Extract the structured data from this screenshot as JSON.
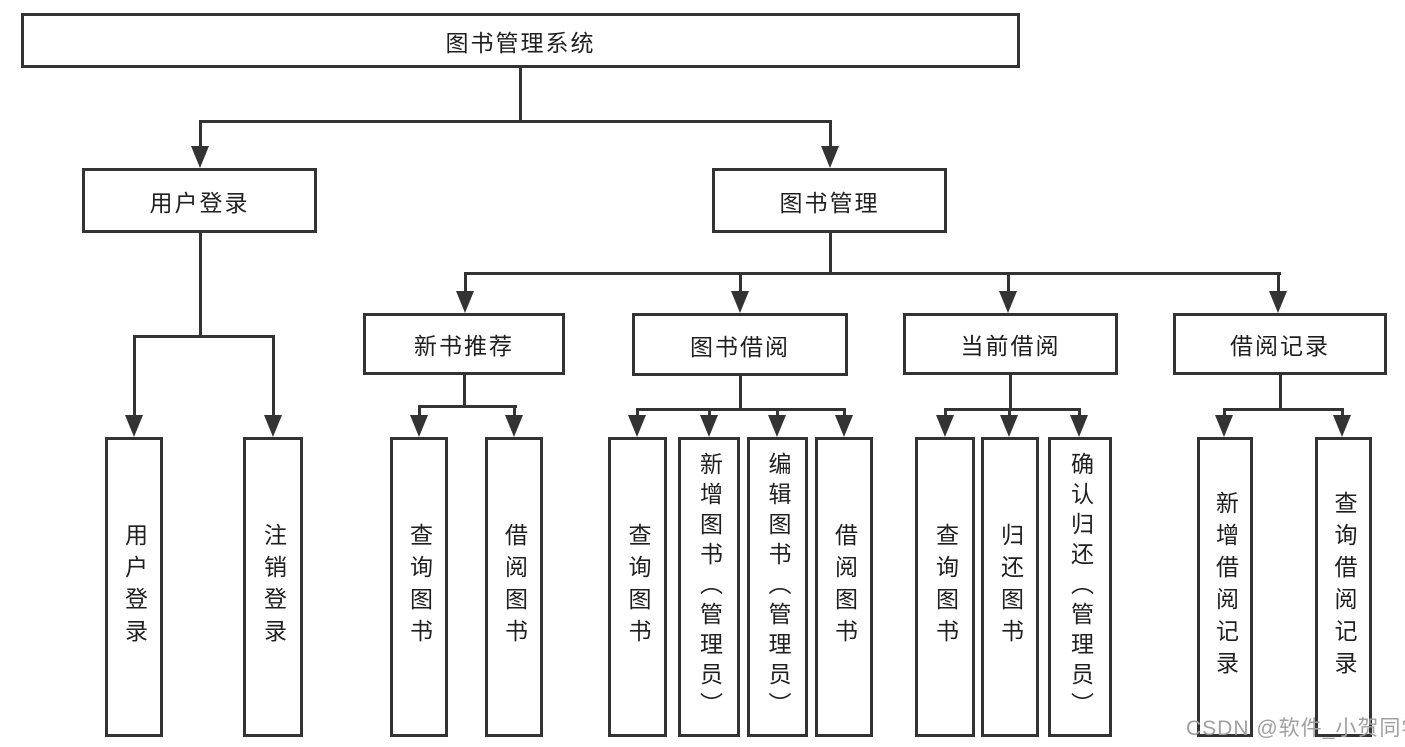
{
  "diagram_type": "hierarchy-tree",
  "tree": {
    "label": "图书管理系统",
    "children": [
      {
        "label": "用户登录",
        "children": [
          {
            "label": "用户登录"
          },
          {
            "label": "注销登录"
          }
        ]
      },
      {
        "label": "图书管理",
        "children": [
          {
            "label": "新书推荐",
            "children": [
              {
                "label": "查询图书"
              },
              {
                "label": "借阅图书"
              }
            ]
          },
          {
            "label": "图书借阅",
            "children": [
              {
                "label": "查询图书"
              },
              {
                "label": "新增图书（管理员）"
              },
              {
                "label": "编辑图书（管理员）"
              },
              {
                "label": "借阅图书"
              }
            ]
          },
          {
            "label": "当前借阅",
            "children": [
              {
                "label": "查询图书"
              },
              {
                "label": "归还图书"
              },
              {
                "label": "确认归还（管理员）"
              }
            ]
          },
          {
            "label": "借阅记录",
            "children": [
              {
                "label": "新增借阅记录"
              },
              {
                "label": "查询借阅记录"
              }
            ]
          }
        ]
      }
    ]
  },
  "watermark": {
    "text": "CSDN @软件_小贺同学"
  },
  "colors": {
    "line": "#333333",
    "box_border": "#333333",
    "box_fill": "#ffffff",
    "text": "#1f1f1f",
    "watermark": "#a0a0a0",
    "background": "#ffffff"
  }
}
